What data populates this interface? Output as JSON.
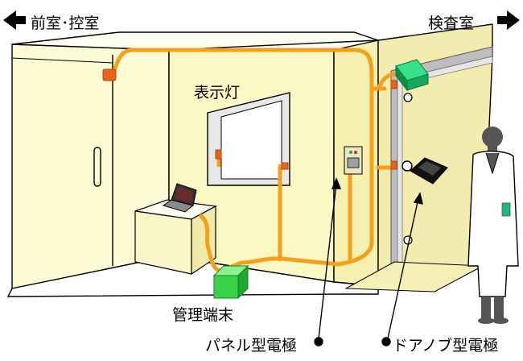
{
  "labels": {
    "anteroom": "前室･控室",
    "exam_room": "検査室",
    "indicator_light": "表示灯",
    "management_terminal": "管理端末",
    "panel_electrode": "パネル型電極",
    "door_knob_electrode": "ドアノブ型電極"
  },
  "colors": {
    "wall": "#fdfbd3",
    "cable": "#f6a01a",
    "terminal_box": "#3ad24a",
    "door_sensor": "#1ec86e",
    "electrode": "#111111"
  },
  "icons": {
    "left_arrow": "left-arrow-icon",
    "right_arrow": "right-arrow-icon",
    "laptop": "laptop-icon",
    "doctor": "doctor-silhouette-icon"
  }
}
